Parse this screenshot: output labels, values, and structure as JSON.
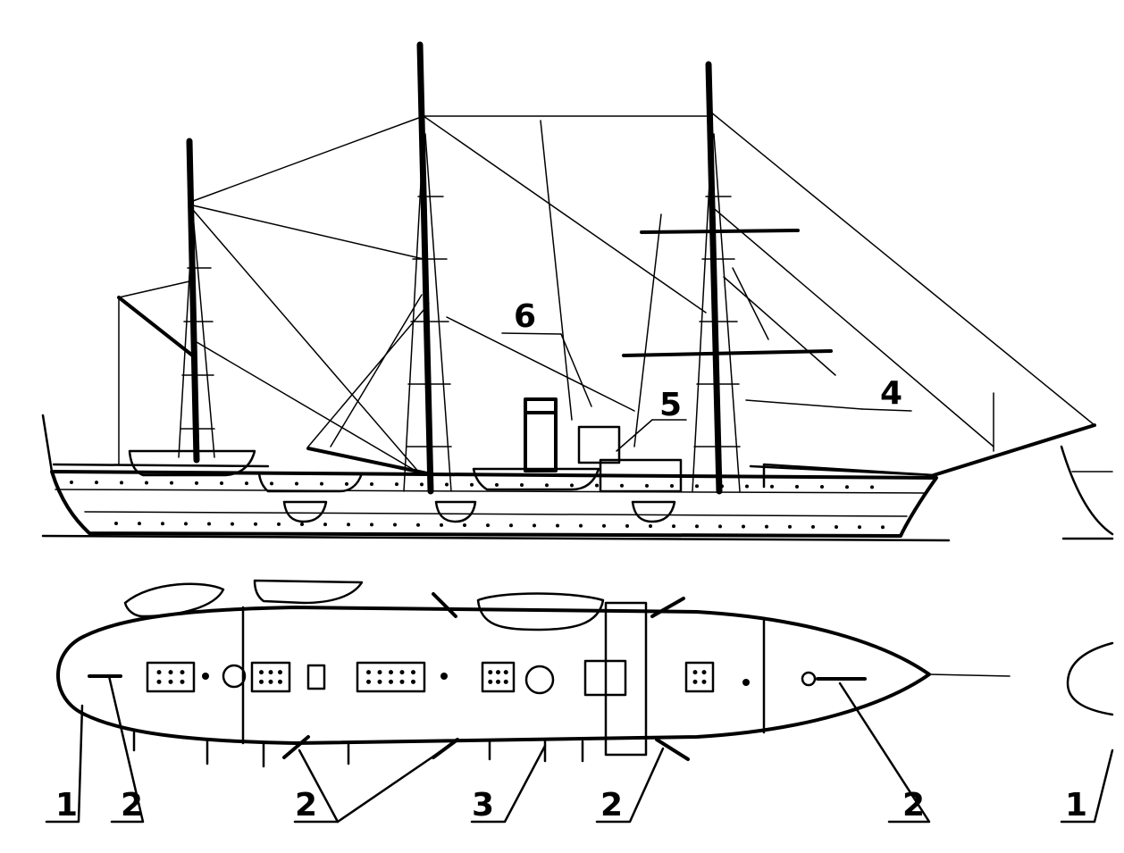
{
  "figure": {
    "views": [
      "side-elevation",
      "deck-plan"
    ],
    "callouts": {
      "side": [
        {
          "id": "callout-6",
          "label": "6"
        },
        {
          "id": "callout-5",
          "label": "5"
        },
        {
          "id": "callout-4",
          "label": "4"
        }
      ],
      "plan": [
        {
          "id": "callout-1-left",
          "label": "1"
        },
        {
          "id": "callout-2-a",
          "label": "2"
        },
        {
          "id": "callout-2-b",
          "label": "2"
        },
        {
          "id": "callout-3",
          "label": "3"
        },
        {
          "id": "callout-2-c",
          "label": "2"
        },
        {
          "id": "callout-2-d",
          "label": "2"
        },
        {
          "id": "callout-1-right",
          "label": "1"
        }
      ]
    },
    "colors": {
      "ink": "#000000",
      "paper": "#ffffff"
    }
  }
}
